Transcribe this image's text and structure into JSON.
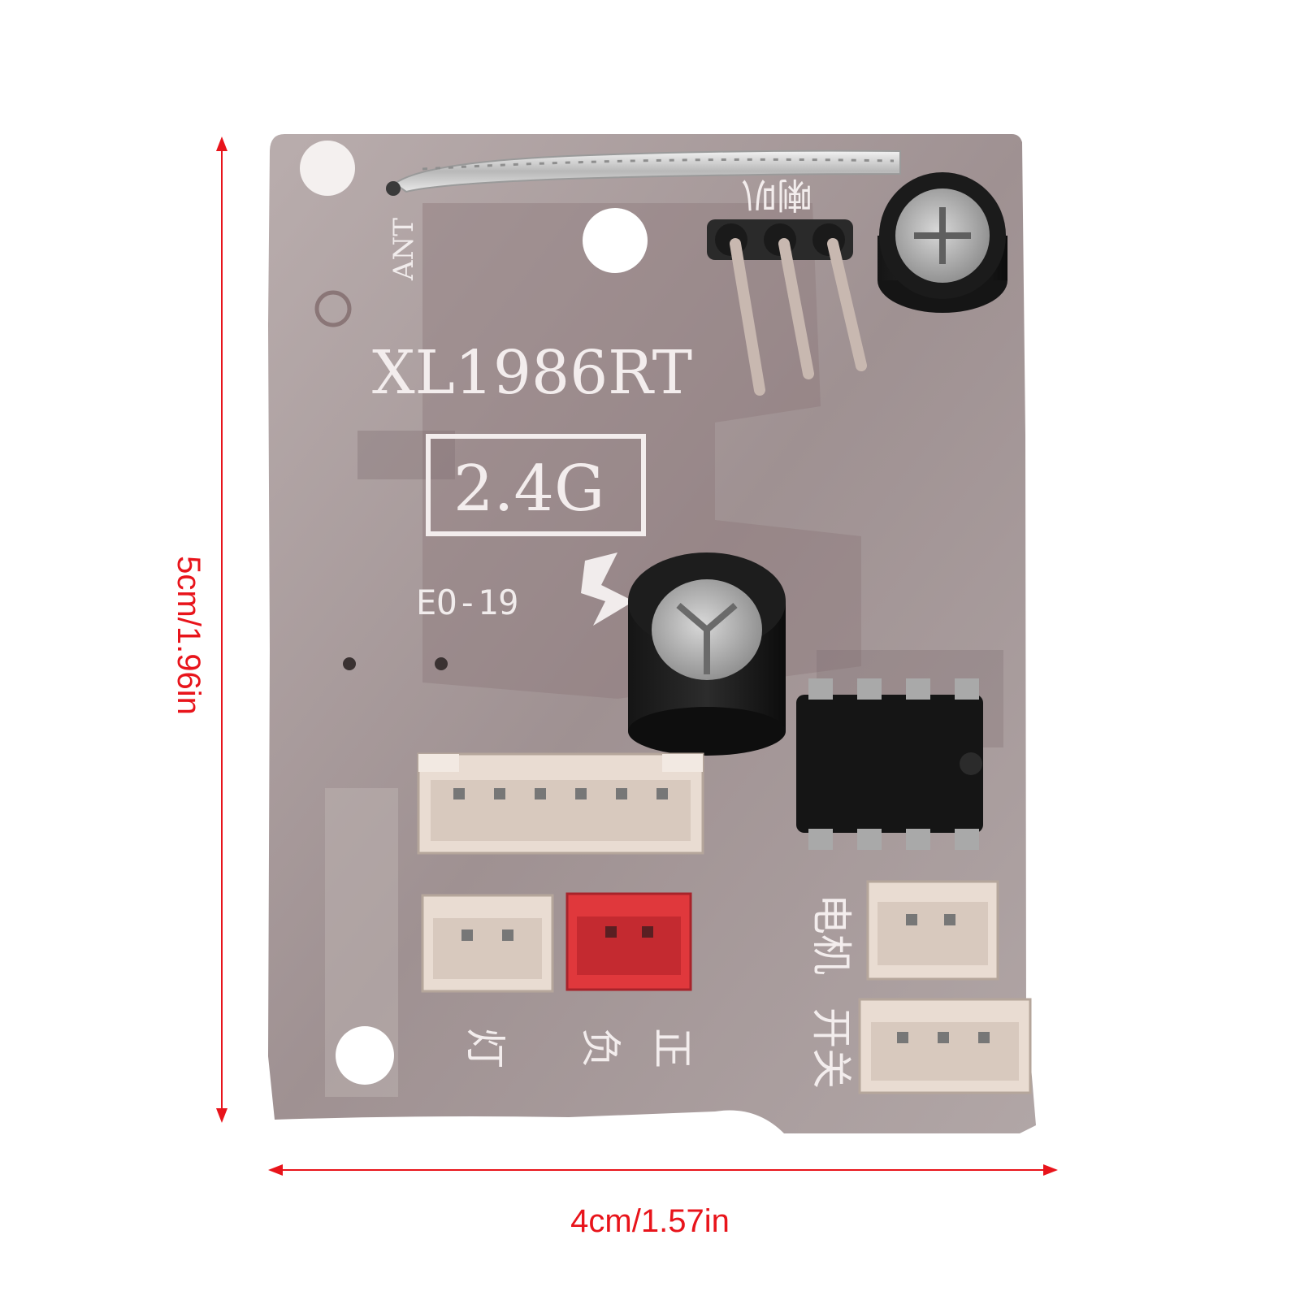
{
  "photo": {
    "board_model": "XL1986RT",
    "frequency_badge": "2.4G",
    "revision": "EO-19",
    "antenna_marking": "ANT",
    "buzzer_marking": "喇叭",
    "light_marking": "灯",
    "negative_marking": "负",
    "positive_marking": "正",
    "motor_marking": "电机",
    "switch_marking": "开关"
  },
  "dimensions": {
    "width_label": "4cm/1.57in",
    "height_label": "5cm/1.96in"
  },
  "colors": {
    "dimension_line": "#e8141b",
    "pcb": "#a89c9c",
    "connector_red": "#e0383c",
    "connector_white": "#e9dcd2"
  }
}
